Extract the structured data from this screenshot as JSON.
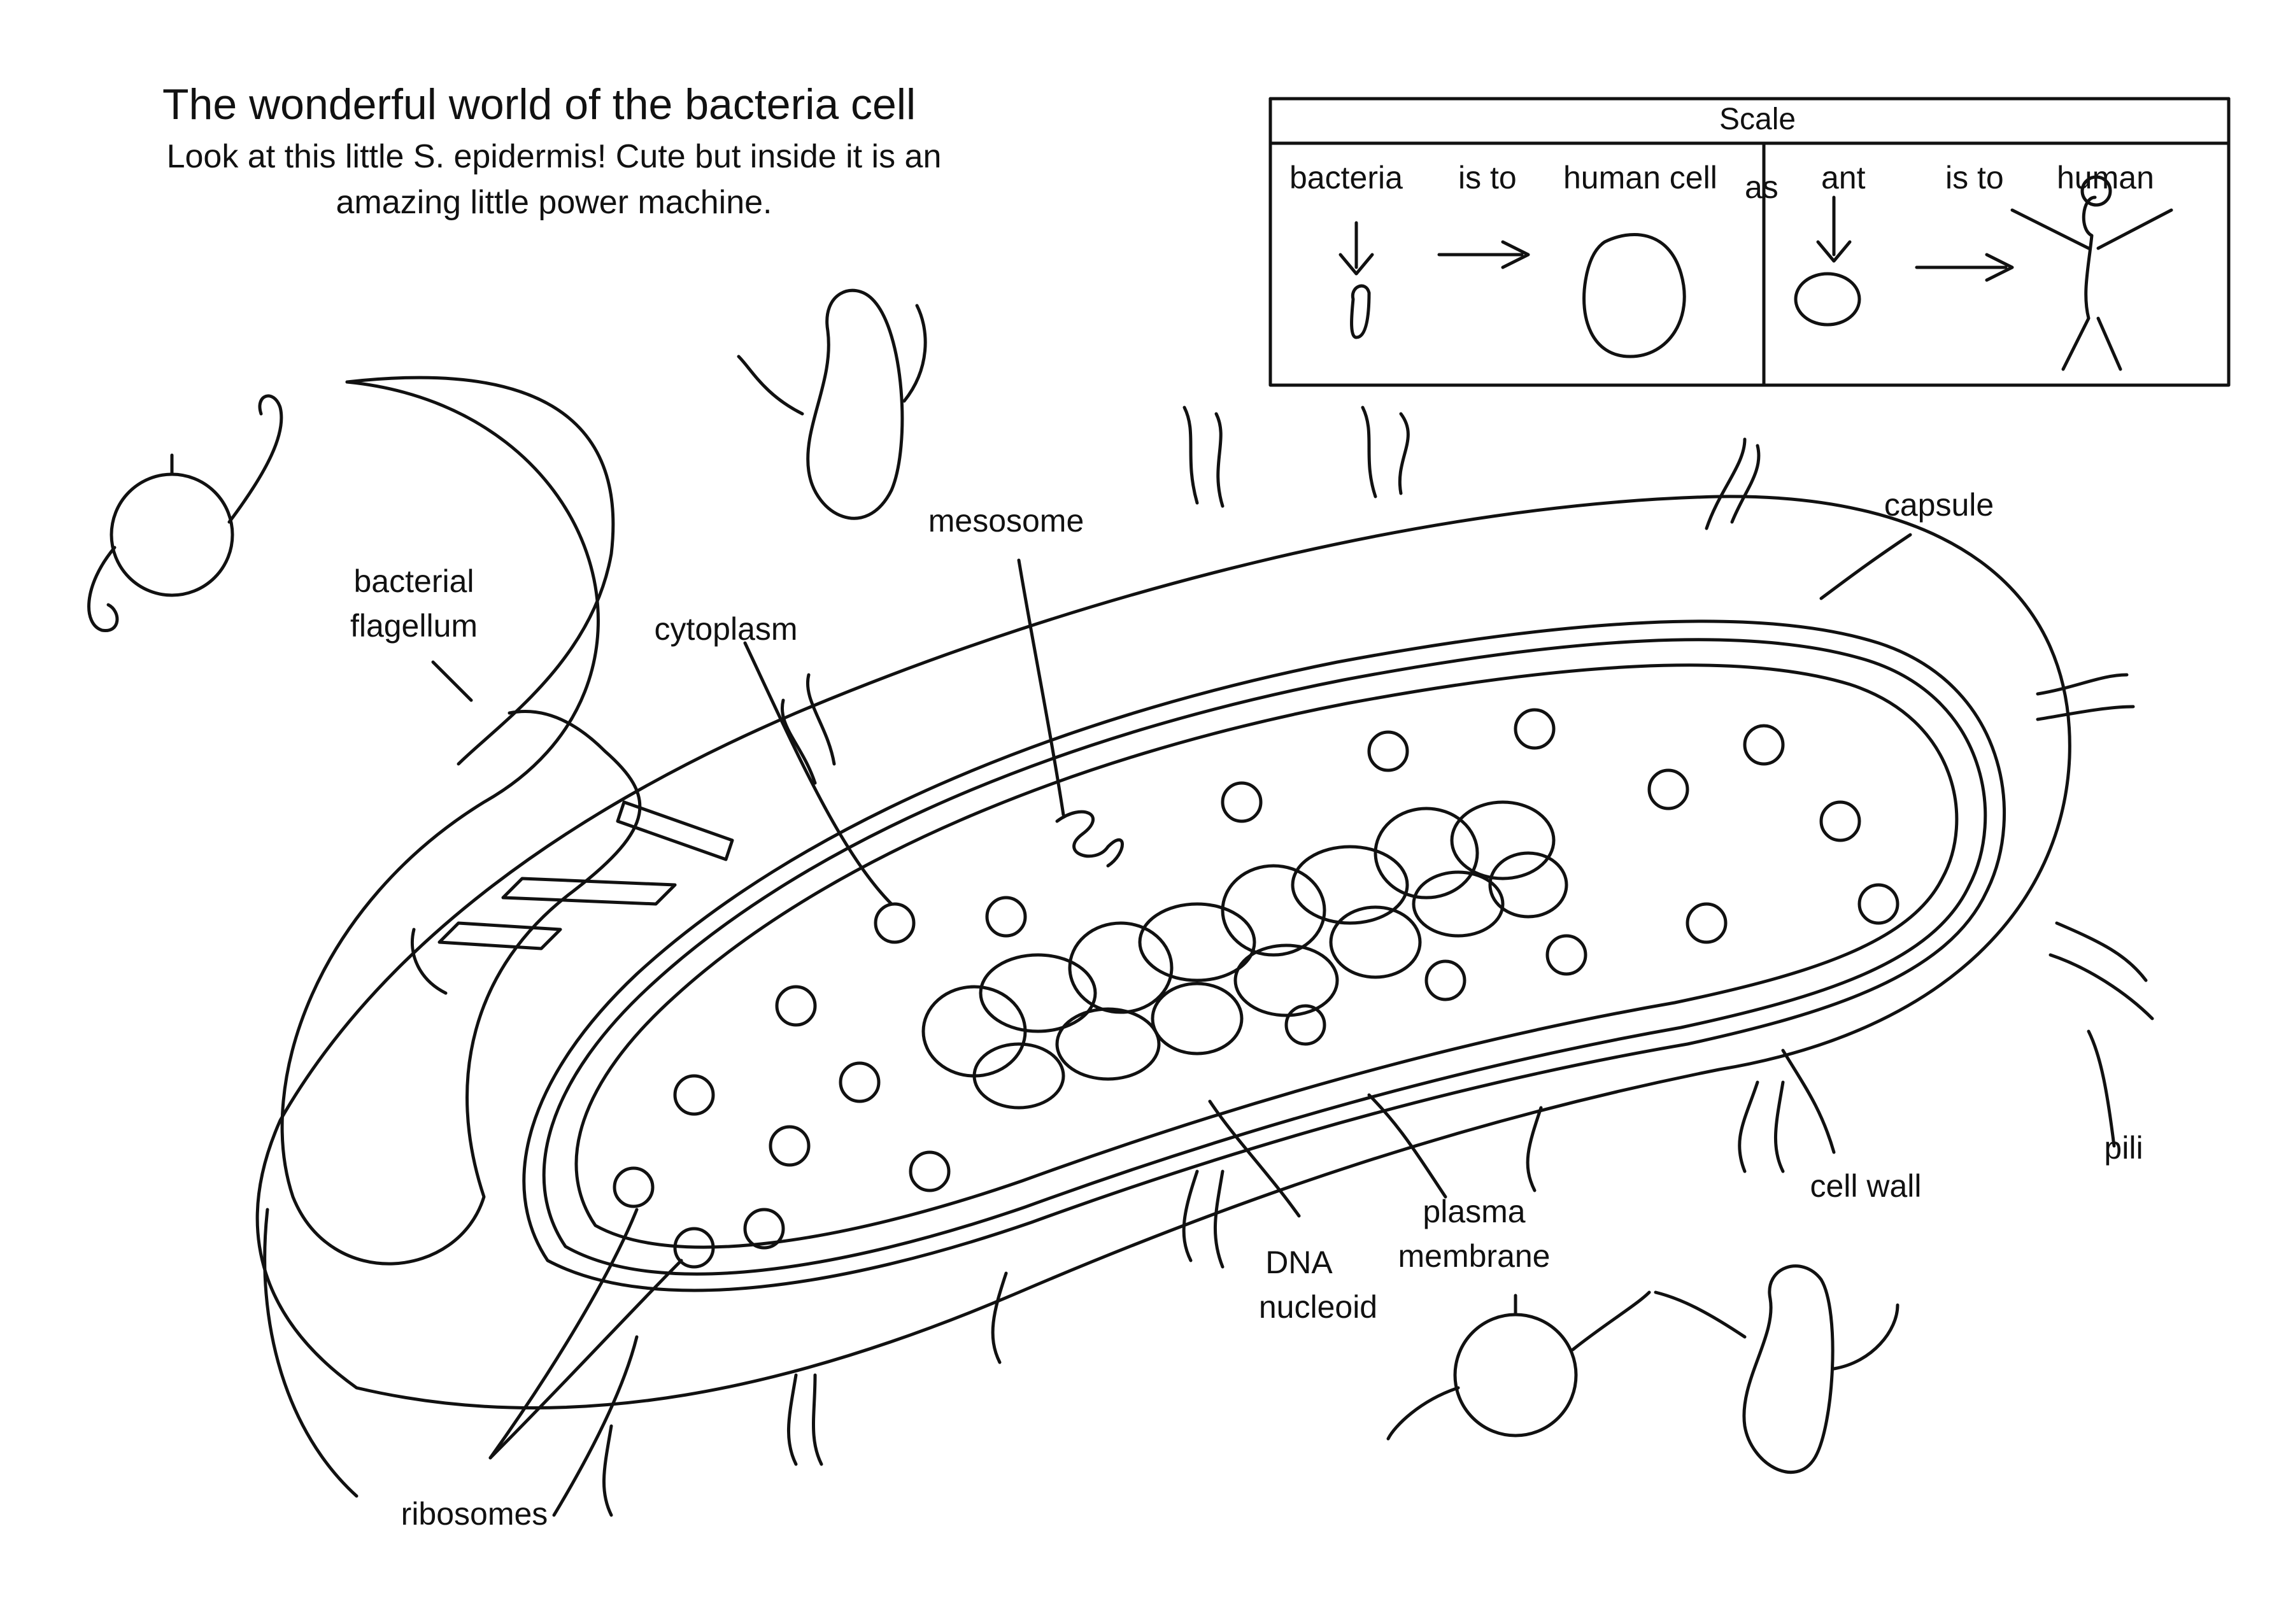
{
  "header": {
    "title": "The wonderful world of the bacteria cell",
    "subtitle_line1": "Look at this little S. epidermis! Cute but inside it is an",
    "subtitle_line2": "amazing little power machine."
  },
  "scale": {
    "title": "Scale",
    "word1": "bacteria",
    "word2": "is to",
    "word3": "human cell",
    "word4": "as",
    "word5": "ant",
    "word6": "is to",
    "word7": "human"
  },
  "labels": {
    "flagellum_line1": "bacterial",
    "flagellum_line2": "flagellum",
    "cytoplasm": "cytoplasm",
    "mesosome": "mesosome",
    "capsule": "capsule",
    "pili": "pili",
    "cell_wall": "cell wall",
    "plasma_line1": "plasma",
    "plasma_line2": "membrane",
    "dna_line1": "DNA",
    "dna_line2": "nucleoid",
    "ribosomes": "ribosomes"
  }
}
